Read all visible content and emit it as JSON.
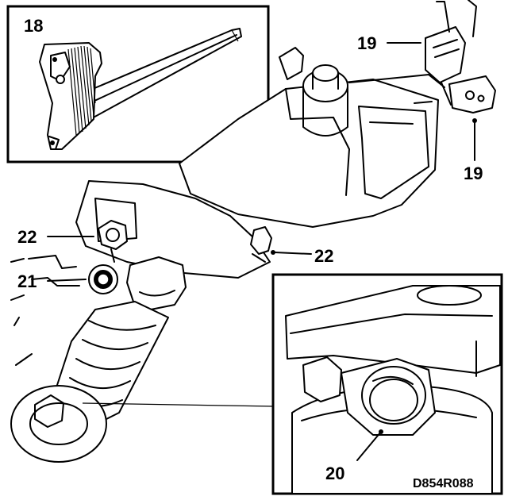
{
  "callouts": {
    "c18": "18",
    "c19a": "19",
    "c19b": "19",
    "c22a": "22",
    "c22b": "22",
    "c21": "21",
    "c20": "20"
  },
  "drawing_code": "D854R088"
}
